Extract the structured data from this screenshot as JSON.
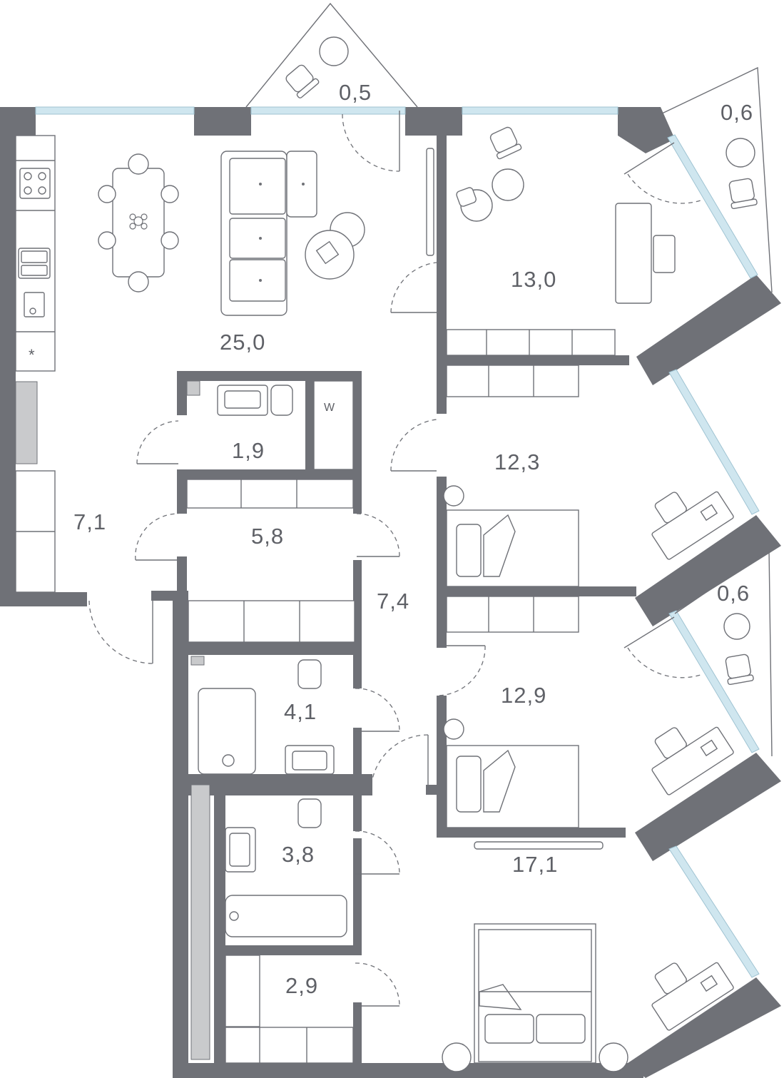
{
  "rooms": {
    "balcony_top": "0,5",
    "balcony_top_right": "0,6",
    "living": "25,0",
    "bedroom_top": "13,0",
    "wc_small": "1,9",
    "bedroom_mid": "12,3",
    "entry": "7,1",
    "corridor": "5,8",
    "hall": "7,4",
    "balcony_mid_right": "0,6",
    "bath_1": "4,1",
    "bedroom_lower": "12,9",
    "bath_2": "3,8",
    "master_bedroom": "17,1",
    "storage": "2,9"
  },
  "markers": {
    "washer": "W",
    "fridge": "*"
  }
}
